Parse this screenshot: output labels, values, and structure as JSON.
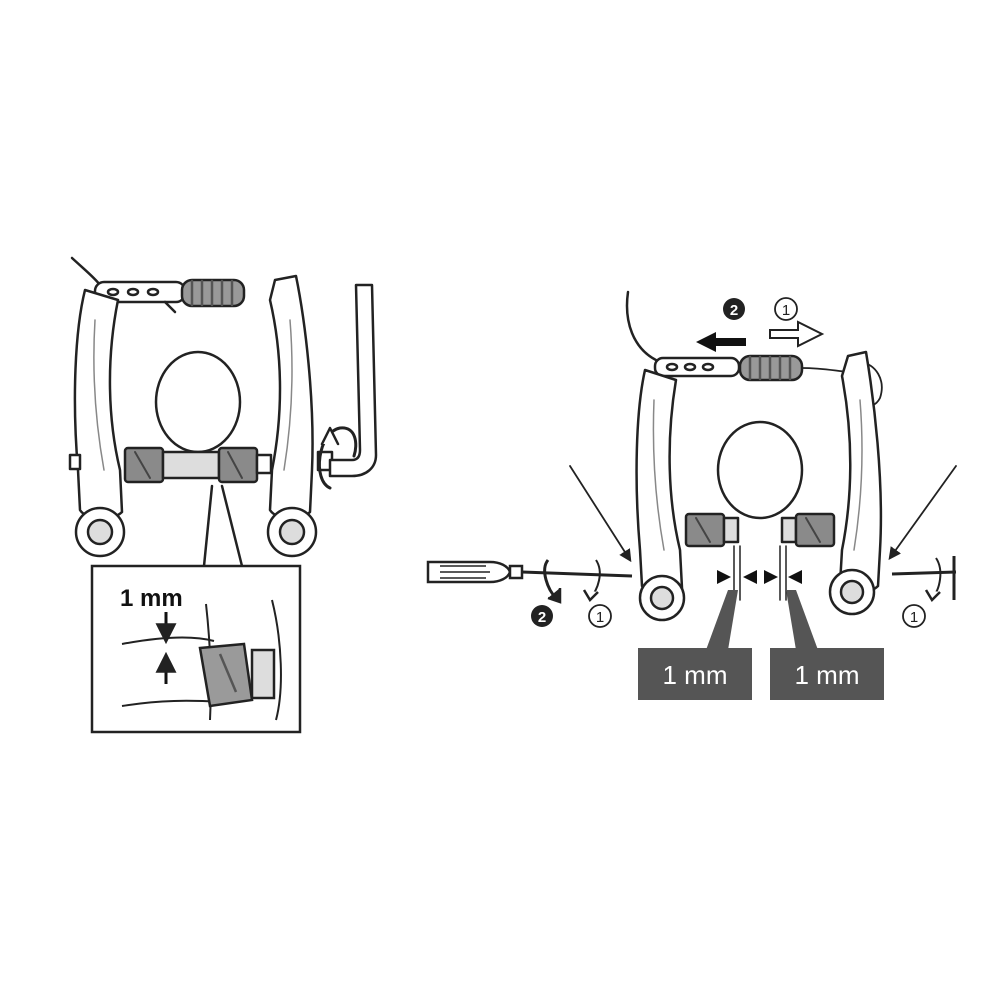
{
  "left_panel": {
    "inset_label": "1 mm"
  },
  "right_panel": {
    "step_two": "2",
    "step_one": "1",
    "left_gap_label": "1 mm",
    "right_gap_label": "1 mm"
  },
  "colors": {
    "line": "#222222",
    "metal_light": "#ffffff",
    "metal_shade": "#c9c9c9",
    "pad": "#8a8a8a",
    "badge_fill": "#555555",
    "badge_text": "#ffffff",
    "circle_fill": "#222222"
  }
}
